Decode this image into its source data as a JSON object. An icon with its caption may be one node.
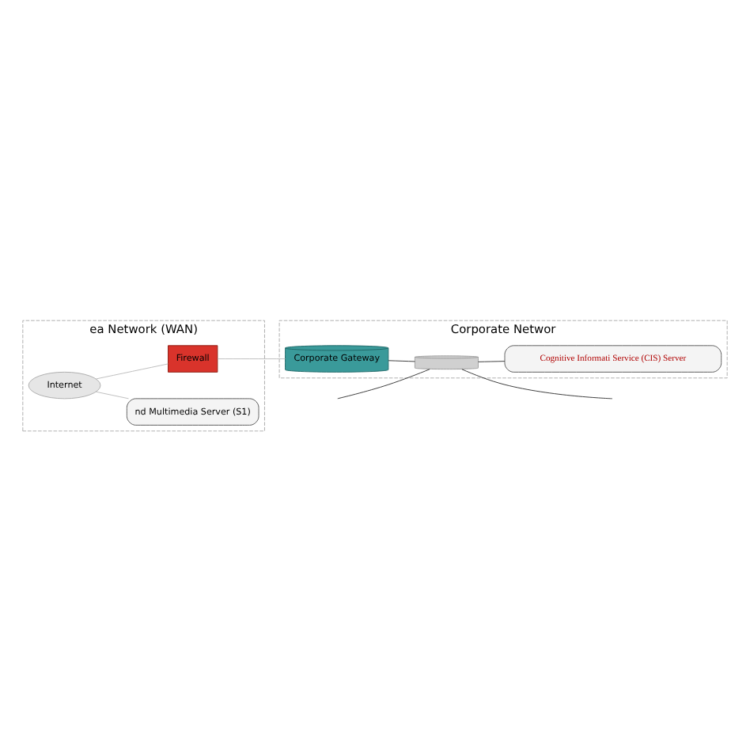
{
  "diagram": {
    "nodes": [
      {
        "text": [
          "ea Network (WAN)"
        ]
      },
      {
        "text": [
          "Corporate Networ"
        ]
      },
      {
        "text": [
          "Internet"
        ],
        "in": 0
      },
      {
        "text": [
          "nd Multimedia Server (S1)"
        ],
        "in": 0
      },
      {
        "text": [
          "Firewall"
        ],
        "in": 0
      },
      {
        "text": [
          "Corporate Gateway"
        ],
        "in": 1
      },
      {
        "text": [],
        "shape": "cylinder",
        "in": 1
      },
      {
        "text": [
          "Cognitive Informati Service (CIS) Server"
        ],
        "in": 1
      }
    ],
    "edges": [
      {
        "from": 2,
        "to": 4,
        "arrow": "none",
        "color": "#bbbbbb"
      },
      {
        "from": 4,
        "to": 5,
        "arrow": "none",
        "color": "#bbbbbb"
      },
      {
        "from": 5,
        "to": 6,
        "arrow": "none"
      },
      {
        "from": 2,
        "to": 3,
        "arrow": "none",
        "color": "#bbbbbb"
      },
      {
        "from": 6,
        "to": 7,
        "arrow": "none"
      },
      {
        "from": null,
        "to": 6,
        "arrow": "none"
      },
      {
        "from": 6,
        "to": null,
        "arrow": "none"
      }
    ]
  }
}
